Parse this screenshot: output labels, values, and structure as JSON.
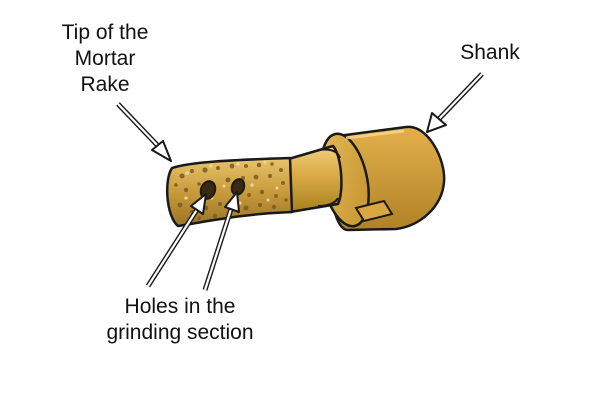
{
  "labels": {
    "tip": [
      "Tip of the",
      "Mortar",
      "Rake"
    ],
    "shank": "Shank",
    "holes": [
      "Holes in the",
      "grinding section"
    ]
  },
  "colors": {
    "brass_light": "#e3b558",
    "brass_mid": "#c89a35",
    "brass_dark": "#9c7420",
    "grit_light": "#e9c672",
    "grit_dark": "#7a5a20",
    "outline": "#1a1a1a"
  },
  "parts": [
    "mortar-rake-tip",
    "grinding-section",
    "holes",
    "shaft",
    "shank"
  ]
}
